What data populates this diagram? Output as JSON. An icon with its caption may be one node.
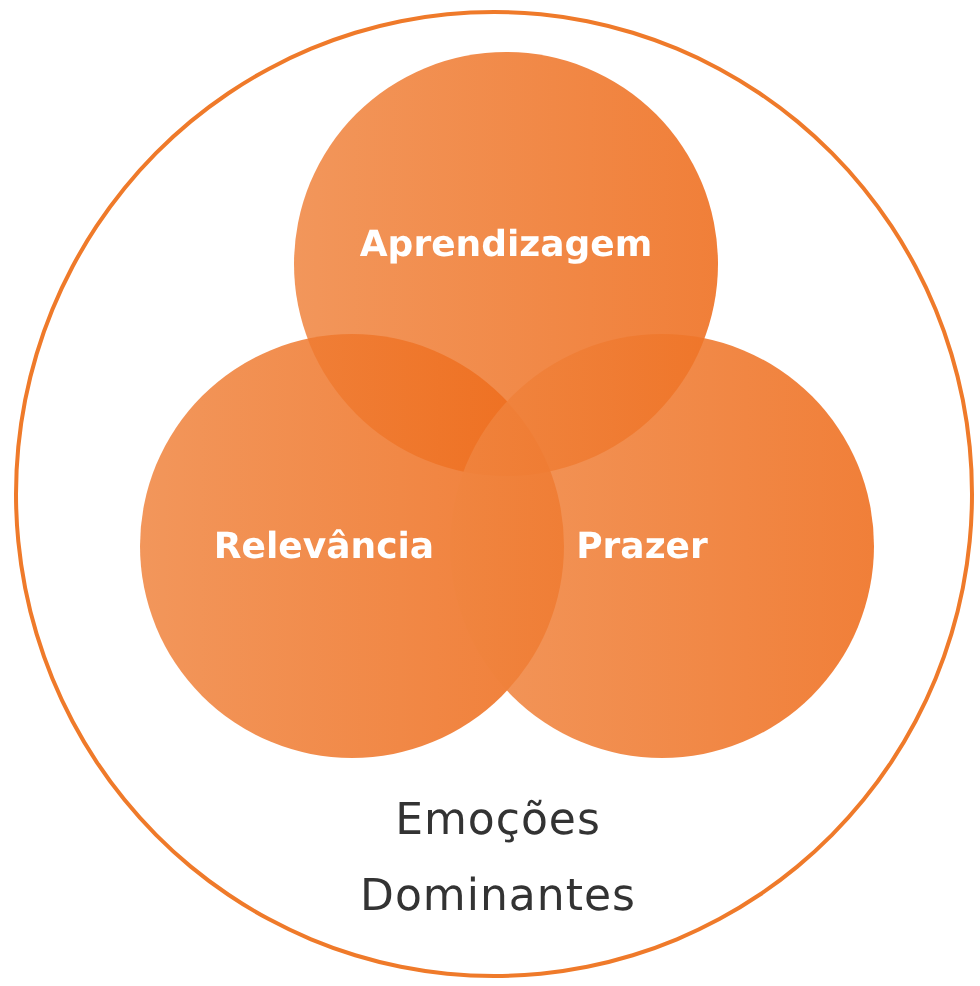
{
  "diagram": {
    "nodes": [
      {
        "text": [
          "Emoções Dominantes"
        ]
      },
      {
        "text": [
          "Aprendizagem"
        ],
        "in": 0
      },
      {
        "text": [
          "Relevância"
        ],
        "in": 0
      },
      {
        "text": [
          "Prazer"
        ],
        "in": 0
      }
    ]
  }
}
